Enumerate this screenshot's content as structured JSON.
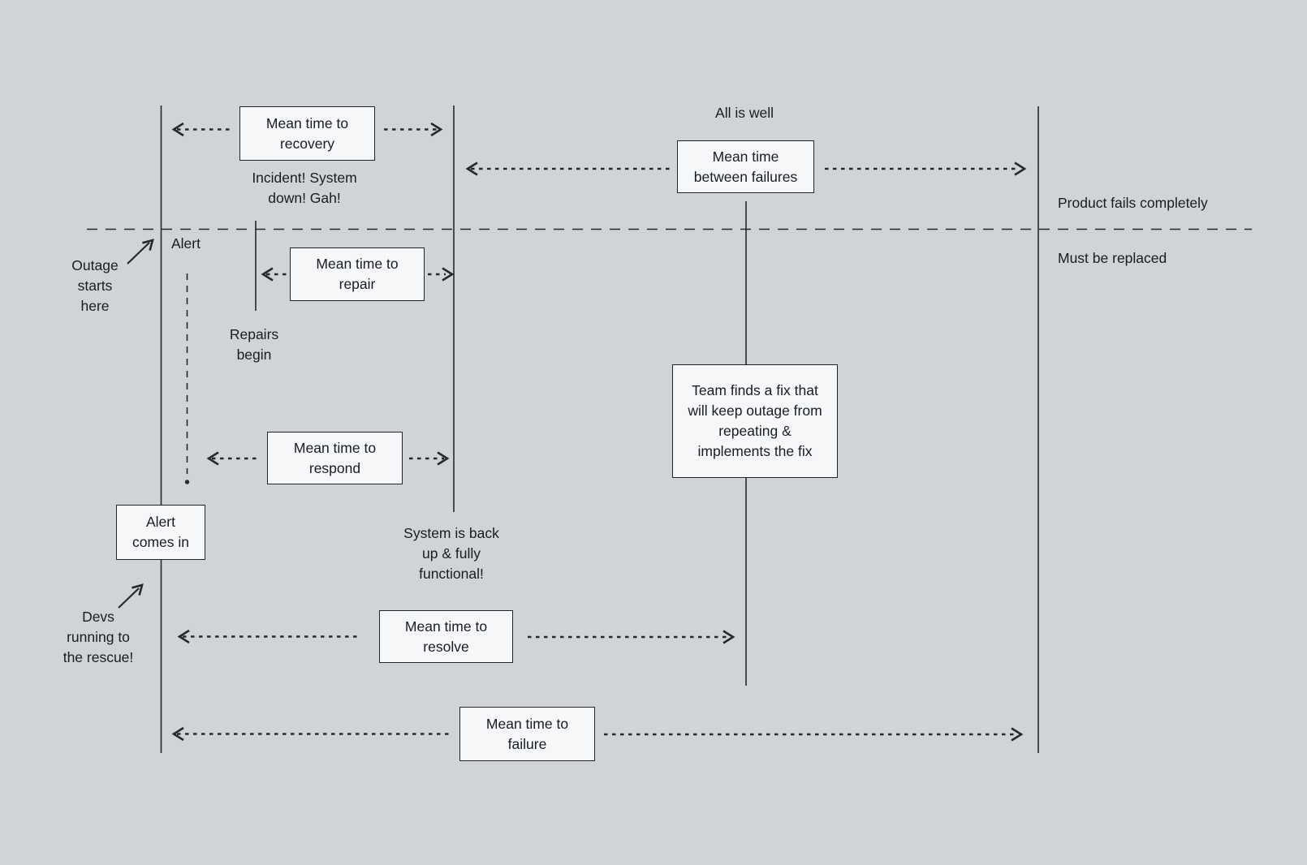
{
  "diagram": {
    "colors": {
      "background": "#cfd4d8",
      "box_fill": "#f6f7f8",
      "line": "#26282c",
      "text": "#191c20"
    },
    "boxes": {
      "recovery": "Mean time to\nrecovery",
      "between_failures": "Mean time\nbetween failures",
      "repair": "Mean time to\nrepair",
      "respond": "Mean time to\nrespond",
      "alert_comes_in": "Alert\ncomes in",
      "team_fix": "Team finds a fix that\nwill keep outage from\nrepeating &\nimplements the fix",
      "resolve": "Mean time to\nresolve",
      "failure": "Mean time to\nfailure"
    },
    "labels": {
      "all_is_well": "All is well",
      "incident": "Incident! System\ndown! Gah!",
      "product_fails": "Product fails completely",
      "must_be_replaced": "Must be replaced",
      "alert": "Alert",
      "outage_starts": "Outage\nstarts\nhere",
      "repairs_begin": "Repairs\nbegin",
      "system_back": "System is back\nup & fully\nfunctional!",
      "devs_rescue": "Devs\nrunning to\nthe rescue!"
    }
  }
}
